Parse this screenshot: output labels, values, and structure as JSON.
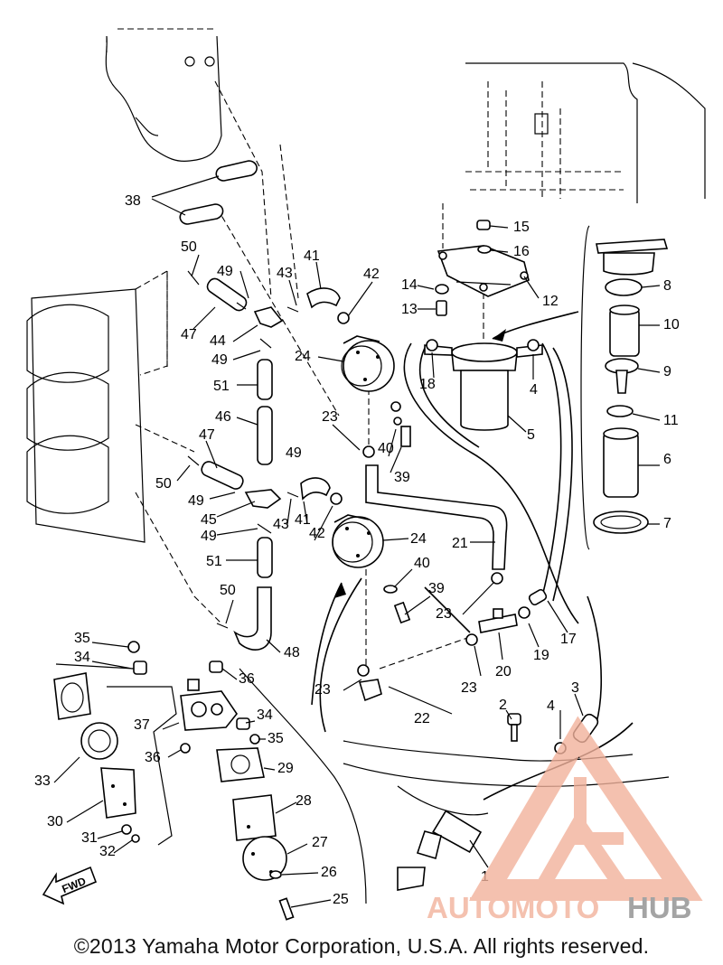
{
  "diagram": {
    "callouts": [
      "1",
      "2",
      "3",
      "4",
      "5",
      "6",
      "7",
      "8",
      "9",
      "10",
      "11",
      "12",
      "13",
      "14",
      "15",
      "16",
      "17",
      "18",
      "19",
      "20",
      "21",
      "22",
      "23",
      "24",
      "25",
      "26",
      "27",
      "28",
      "29",
      "30",
      "31",
      "32",
      "33",
      "34",
      "35",
      "36",
      "37",
      "38",
      "39",
      "40",
      "41",
      "42",
      "43",
      "44",
      "45",
      "46",
      "47",
      "48",
      "49",
      "50",
      "51"
    ],
    "direction_marker": "FWD"
  },
  "watermark": {
    "part1": "AUTOMOTO",
    "part2": "HUB",
    "color1": "#f2b29c",
    "color2": "#8e8e8e"
  },
  "footer": {
    "copyright": "©2013 Yamaha Motor Corporation, U.S.A. All rights reserved."
  }
}
